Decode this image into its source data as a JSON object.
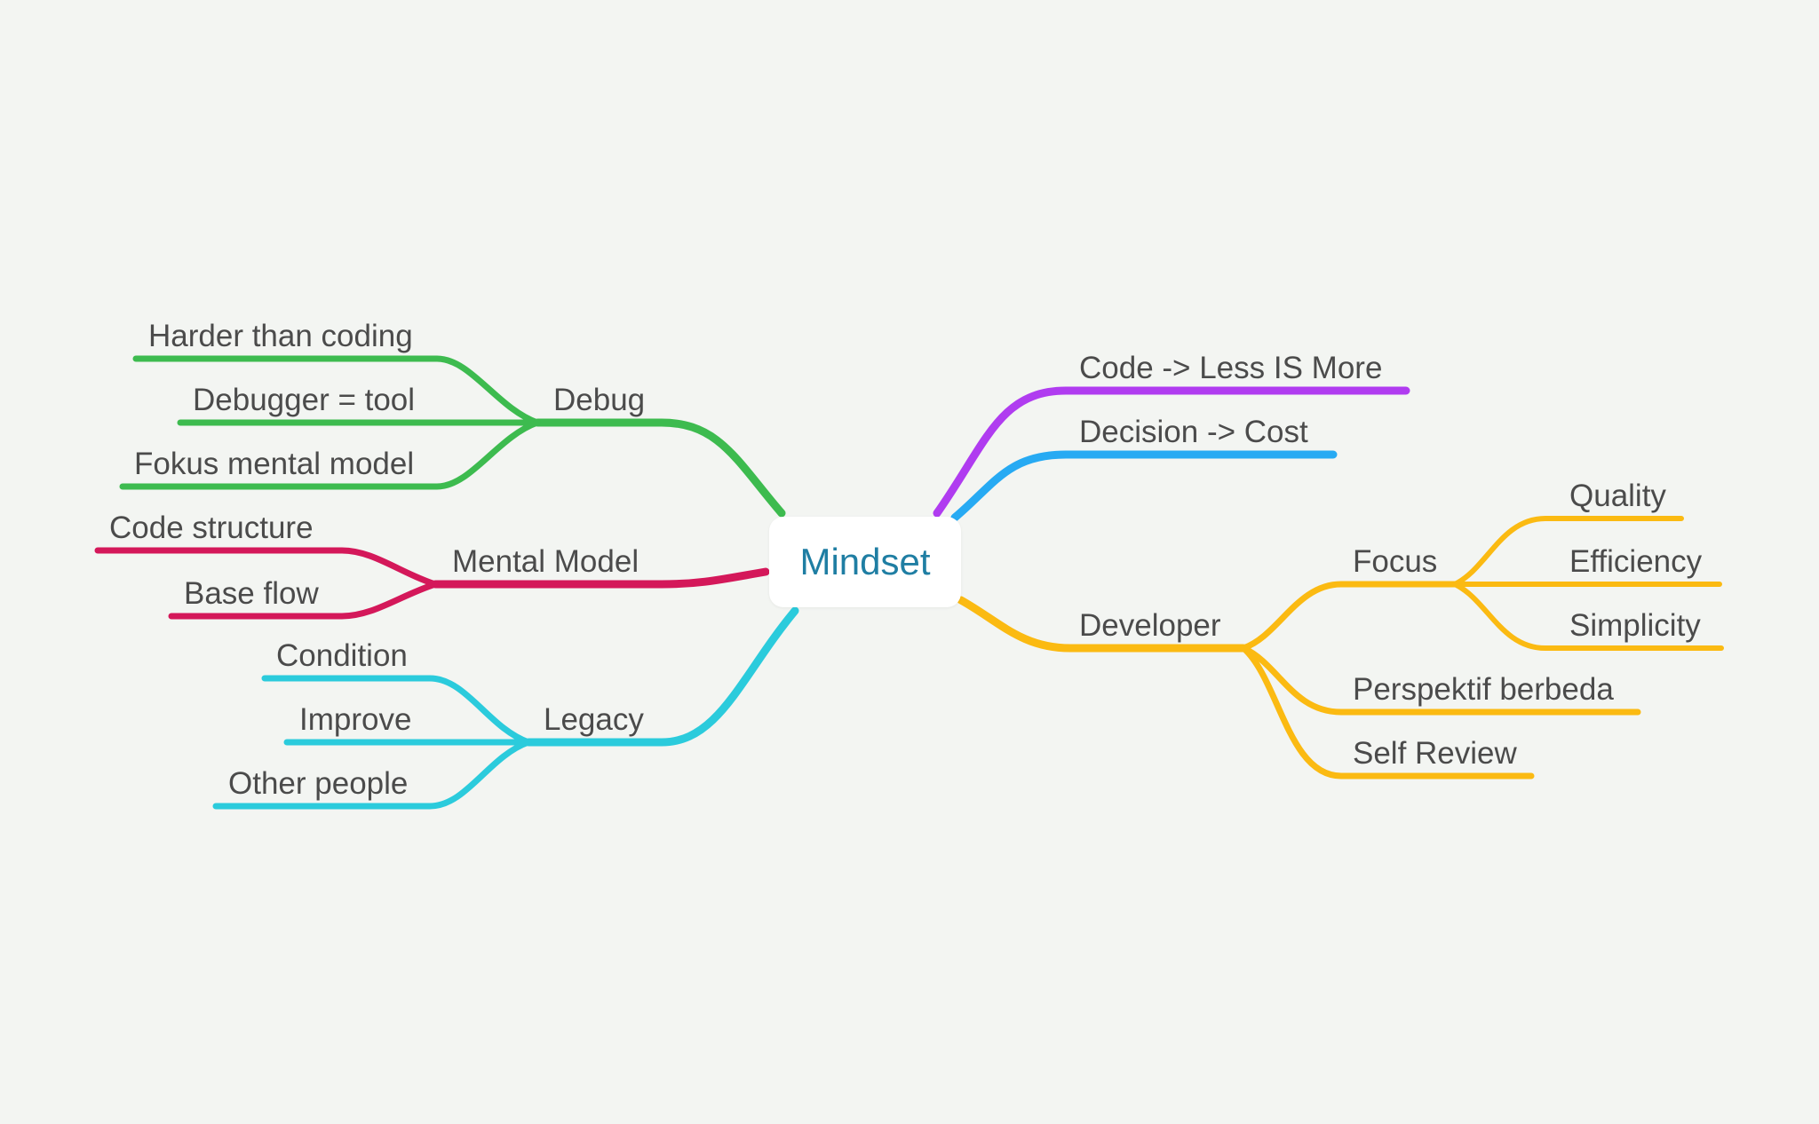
{
  "root": {
    "label": "Mindset"
  },
  "colors": {
    "debug": "#3dbb4f",
    "mental_model": "#d4185a",
    "legacy": "#2bcbdc",
    "code": "#b03cf0",
    "decision": "#27aaf3",
    "developer": "#fbba12",
    "root_text": "#1f7ea3",
    "text": "#4b4b4b",
    "background": "#f3f5f2"
  },
  "left_branches": [
    {
      "label": "Debug",
      "color_key": "debug",
      "children": [
        "Harder than coding",
        "Debugger = tool",
        "Fokus mental model"
      ]
    },
    {
      "label": "Mental Model",
      "color_key": "mental_model",
      "children": [
        "Code structure",
        "Base flow"
      ]
    },
    {
      "label": "Legacy",
      "color_key": "legacy",
      "children": [
        "Condition",
        "Improve",
        "Other people"
      ]
    }
  ],
  "right_branches": [
    {
      "label": "Code -> Less IS More",
      "color_key": "code",
      "children": []
    },
    {
      "label": "Decision -> Cost",
      "color_key": "decision",
      "children": []
    },
    {
      "label": "Developer",
      "color_key": "developer",
      "children": [
        {
          "label": "Focus",
          "children": [
            "Quality",
            "Efficiency",
            "Simplicity"
          ]
        },
        {
          "label": "Perspektif berbeda",
          "children": []
        },
        {
          "label": "Self Review",
          "children": []
        }
      ]
    }
  ]
}
